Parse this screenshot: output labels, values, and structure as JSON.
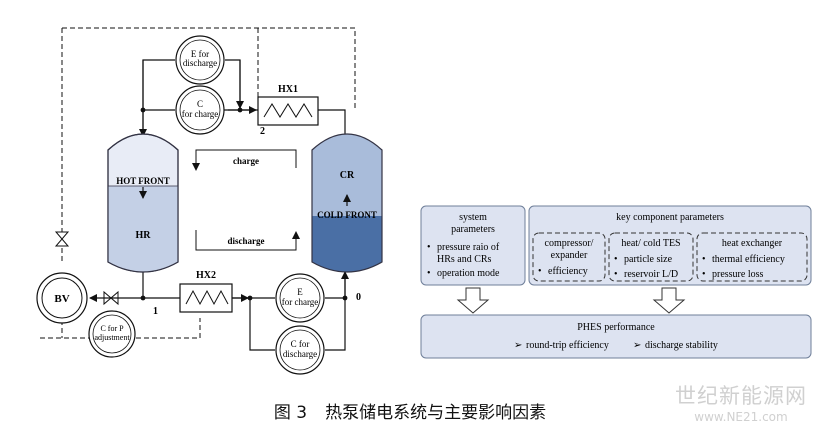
{
  "diagram": {
    "hx1": "HX1",
    "hx2": "HX2",
    "e_discharge": [
      "E for",
      "discharge"
    ],
    "c_charge": [
      "C",
      "for charge"
    ],
    "e_charge": [
      "E",
      "for charge"
    ],
    "c_discharge": [
      "C for",
      "discharge"
    ],
    "c_padjust": [
      "C for P",
      "adjustment"
    ],
    "hot_front": "HOT FRONT",
    "hr": "HR",
    "cr": "CR",
    "cold_front": "COLD FRONT",
    "charge": "charge",
    "discharge": "discharge",
    "bv": "BV",
    "node1": "1",
    "node2": "2",
    "node0": "0"
  },
  "params": {
    "system_title": [
      "system",
      "parameters"
    ],
    "system_items": [
      [
        "pressure raio of",
        "HRs and CRs"
      ],
      [
        "operation mode"
      ]
    ],
    "key_title": "key component parameters",
    "comp_title": [
      "compressor/",
      "expander"
    ],
    "comp_item": "efficiency",
    "tes_title": "heat/ cold TES",
    "tes_items": [
      "particle size",
      "reservoir L/D"
    ],
    "hx_title": "heat exchanger",
    "hx_items": [
      "thermal efficiency",
      "pressure loss"
    ],
    "perf_title": "PHES performance",
    "perf_items": [
      "round-trip efficiency",
      "discharge stability"
    ]
  },
  "caption": {
    "fig": "图 3",
    "text": "热泵储电系统与主要影响因素"
  },
  "watermark": {
    "cn": "世纪新能源网",
    "url": "www.NE21.com"
  },
  "colors": {
    "tank_top": "#e8ecf6",
    "tank_hot": "#c4d0e6",
    "tank_cold_top": "#a9bcda",
    "tank_cold_bottom": "#4a6fa5",
    "box_fill": "#dde3f1",
    "box_stroke": "#6f7f99"
  }
}
